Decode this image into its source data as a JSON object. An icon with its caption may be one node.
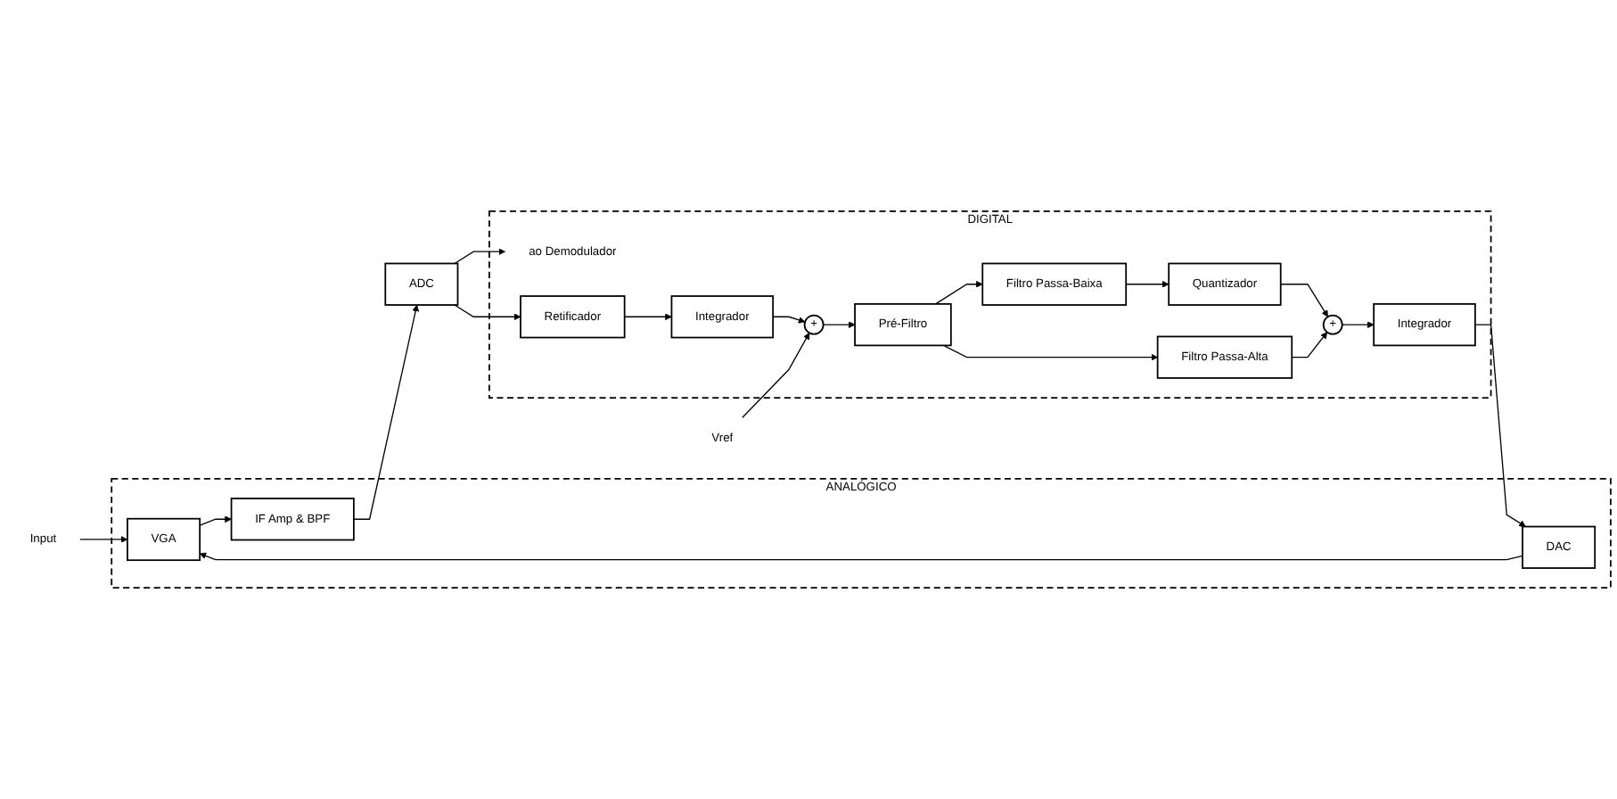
{
  "diagram": {
    "nodes": [
      {
        "text": [
          "ANALÓGICO"
        ]
      },
      {
        "text": [
          "Input"
        ]
      },
      {
        "text": [
          "VGA"
        ],
        "in": 0
      },
      {
        "text": [
          "IF Amp & BPF"
        ],
        "in": 0
      },
      {
        "text": [
          "DAC"
        ],
        "in": 0
      },
      {
        "text": [
          "ADC"
        ]
      },
      {
        "text": [
          "DIGITAL"
        ]
      },
      {
        "text": [
          "ao Demodulador"
        ],
        "in": 6
      },
      {
        "text": [
          "Retificador"
        ],
        "in": 6
      },
      {
        "text": [
          "Integrador"
        ],
        "in": 6
      },
      {
        "text": [
          "Integrador"
        ],
        "in": 6
      },
      {
        "text": [
          "+"
        ],
        "in": 6
      },
      {
        "text": [
          "Quantizador"
        ],
        "in": 6
      },
      {
        "text": [
          "Filtro Passa-Baixa"
        ],
        "in": 6
      },
      {
        "text": [
          "Filtro Passa-Alta"
        ],
        "in": 6
      },
      {
        "text": [
          "Pré-Filtro"
        ],
        "in": 6
      },
      {
        "text": [
          "+"
        ],
        "in": 6
      },
      {
        "text": [
          "Vref"
        ]
      }
    ],
    "edges": [
      {
        "from": 1,
        "to": 2,
        "arrow": "to"
      },
      {
        "from": 2,
        "to": 3,
        "arrow": "to"
      },
      {
        "from": 3,
        "to": 5,
        "arrow": "to"
      },
      {
        "from": 4,
        "to": 2,
        "arrow": "to"
      },
      {
        "from": 9,
        "to": 4,
        "arrow": "to"
      },
      {
        "from": 5,
        "to": 7,
        "arrow": "to"
      },
      {
        "from": 5,
        "to": 8,
        "arrow": "to"
      },
      {
        "from": 8,
        "to": 10,
        "arrow": "to"
      },
      {
        "from": 10,
        "to": 16,
        "arrow": "to"
      },
      {
        "from": 17,
        "to": 16,
        "arrow": "to"
      },
      {
        "from": 16,
        "to": 15,
        "arrow": "to"
      },
      {
        "from": 15,
        "to": 14,
        "arrow": "to"
      },
      {
        "from": 15,
        "to": 13,
        "arrow": "to"
      },
      {
        "from": 13,
        "to": 12,
        "arrow": "to"
      },
      {
        "from": 12,
        "to": 11,
        "arrow": "to"
      },
      {
        "from": 14,
        "to": 11,
        "arrow": "to"
      },
      {
        "from": 11,
        "to": 9,
        "arrow": "to"
      }
    ]
  }
}
